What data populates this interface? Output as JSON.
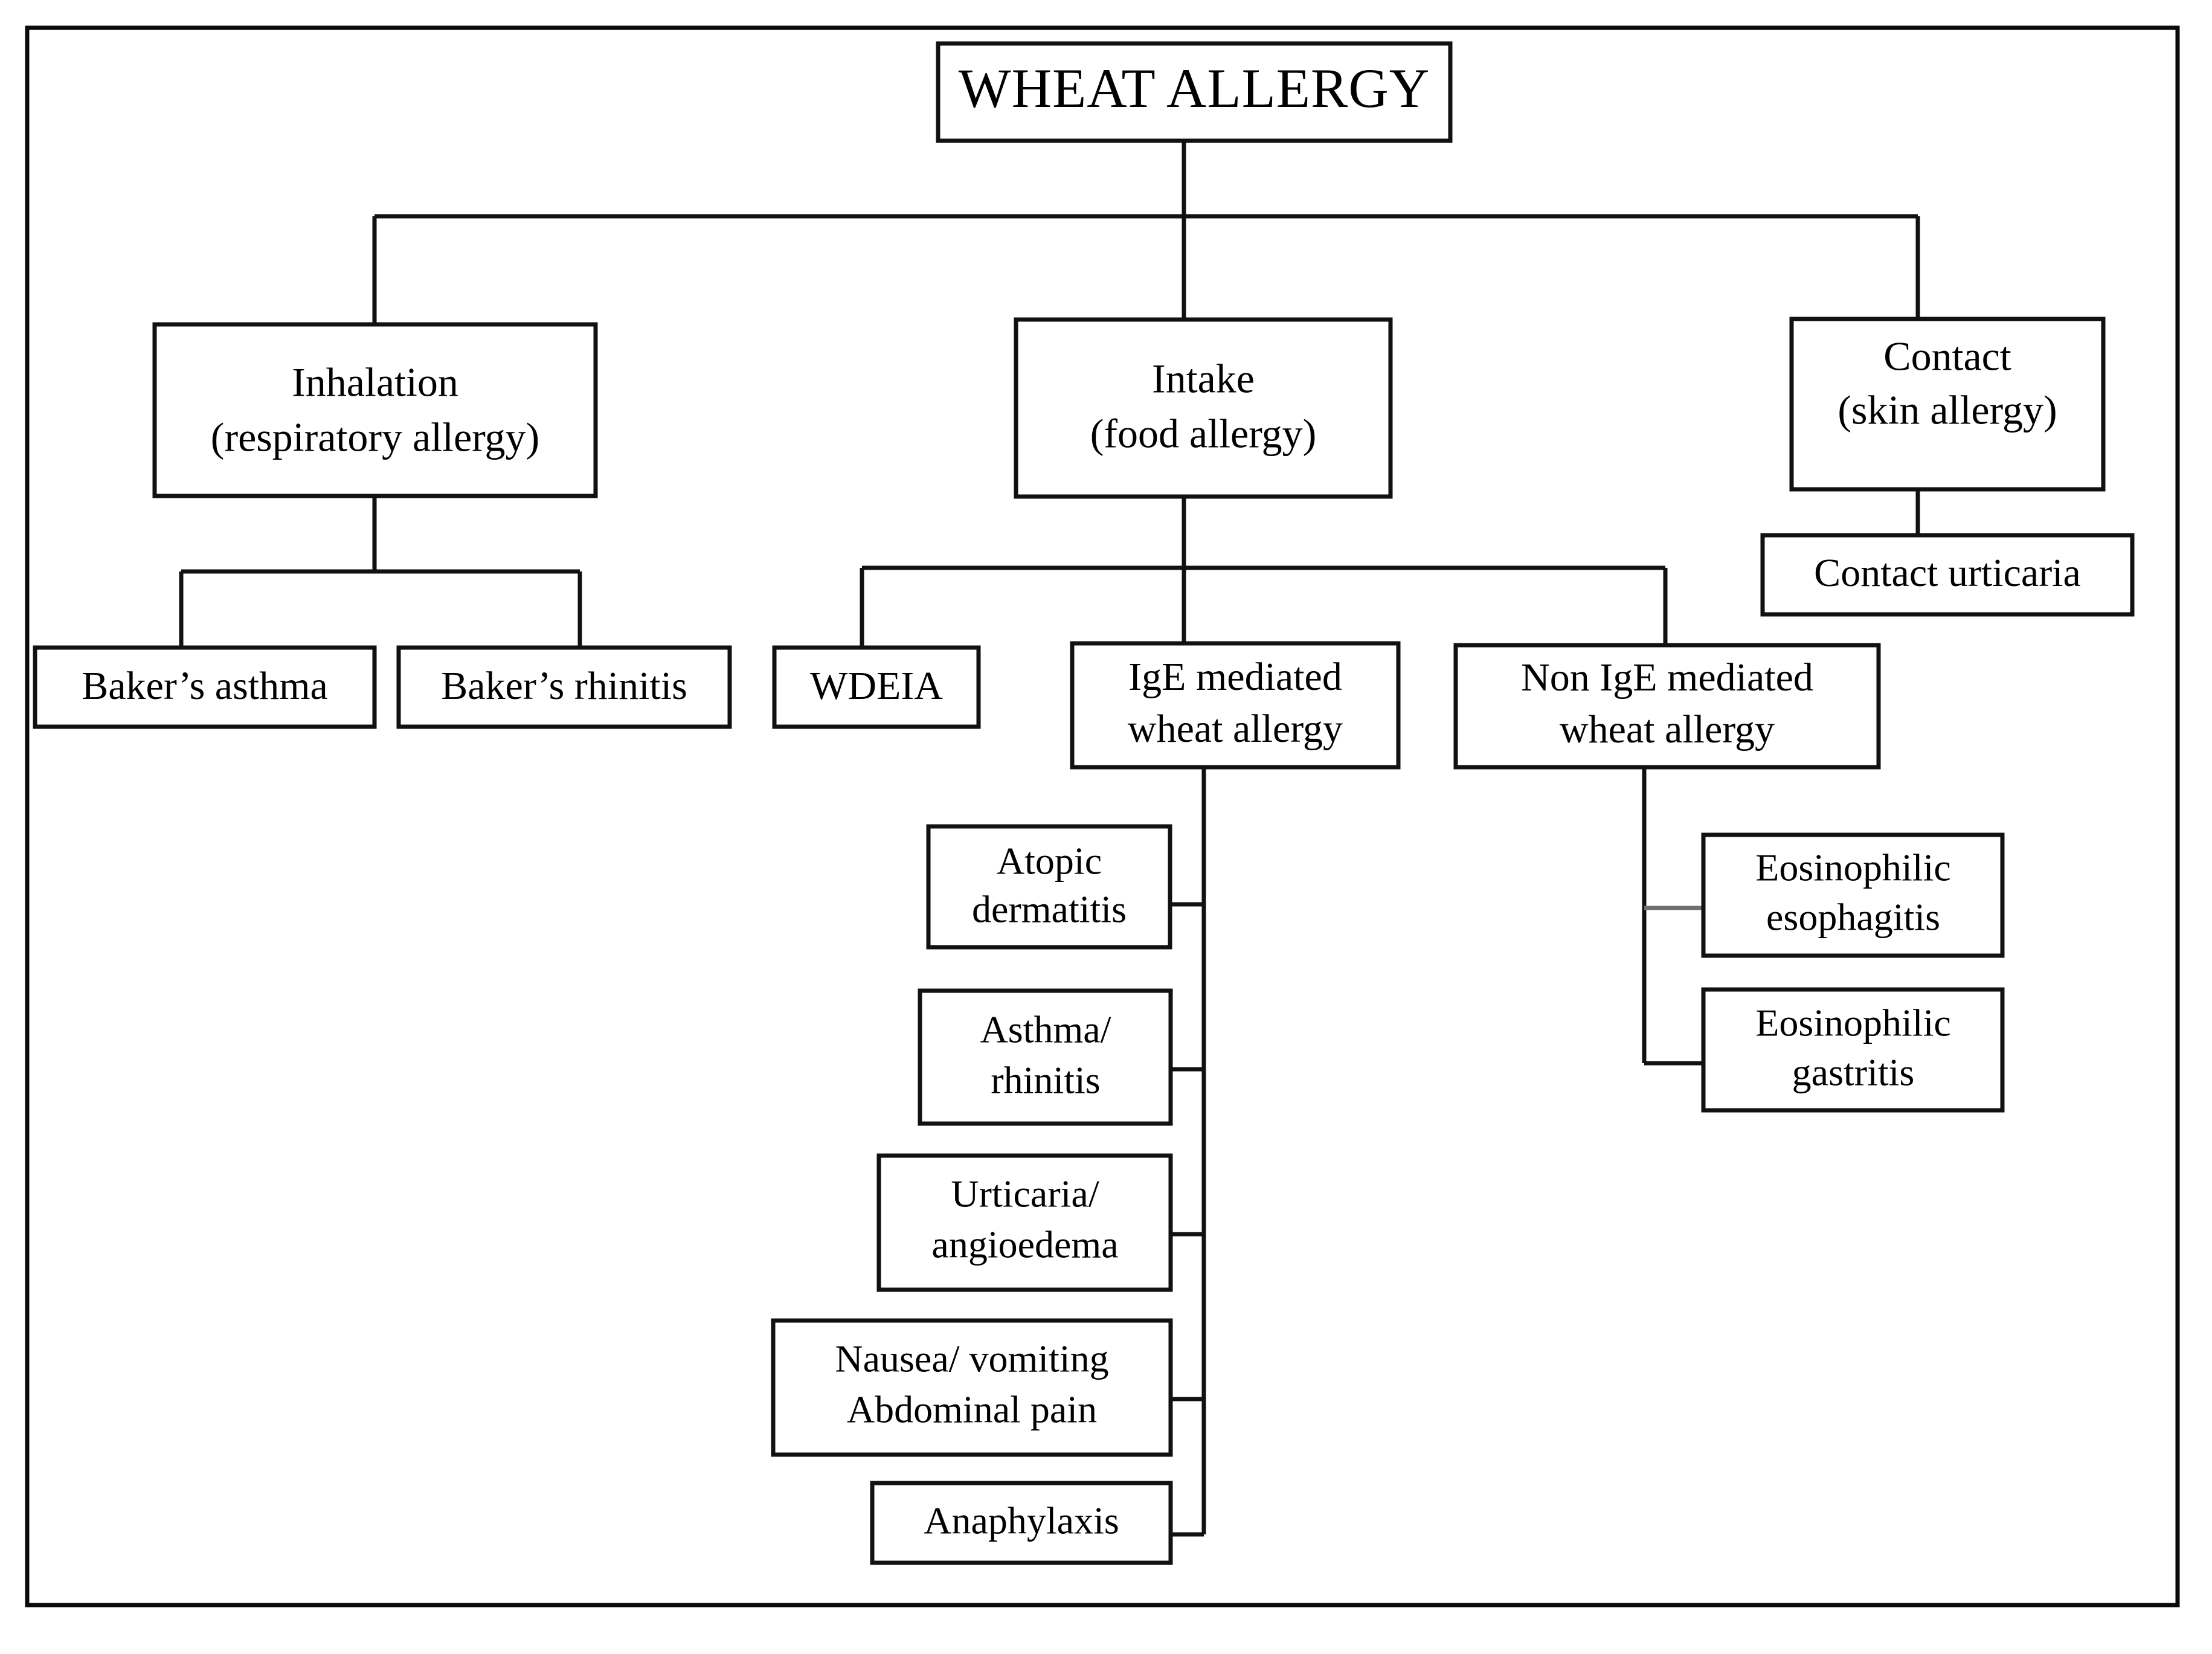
{
  "diagram": {
    "title": "WHEAT ALLERGY",
    "type": "flowchart",
    "root": {
      "id": "wheat-allergy",
      "label": "WHEAT ALLERGY"
    },
    "nodes": [
      {
        "id": "wheat-allergy",
        "label": "WHEAT ALLERGY",
        "lines": [
          "WHEAT ALLERGY"
        ],
        "level": 0
      },
      {
        "id": "inhalation",
        "label": "Inhalation (respiratory allergy)",
        "lines": [
          "Inhalation",
          "(respiratory allergy)"
        ],
        "level": 1
      },
      {
        "id": "intake",
        "label": "Intake (food allergy)",
        "lines": [
          "Intake",
          "(food allergy)"
        ],
        "level": 1
      },
      {
        "id": "contact",
        "label": "Contact (skin allergy)",
        "lines": [
          "Contact",
          "(skin allergy)"
        ],
        "level": 1
      },
      {
        "id": "bakers-asthma",
        "label": "Baker’s asthma",
        "lines": [
          "Baker’s asthma"
        ],
        "level": 2
      },
      {
        "id": "bakers-rhinitis",
        "label": "Baker’s rhinitis",
        "lines": [
          "Baker’s rhinitis"
        ],
        "level": 2
      },
      {
        "id": "wdeia",
        "label": "WDEIA",
        "lines": [
          "WDEIA"
        ],
        "level": 2
      },
      {
        "id": "ige-mediated",
        "label": "IgE mediated wheat allergy",
        "lines": [
          "IgE mediated",
          "wheat allergy"
        ],
        "level": 2
      },
      {
        "id": "non-ige-mediated",
        "label": "Non IgE mediated wheat allergy",
        "lines": [
          "Non IgE mediated",
          "wheat allergy"
        ],
        "level": 2
      },
      {
        "id": "contact-urticaria",
        "label": "Contact urticaria",
        "lines": [
          "Contact urticaria"
        ],
        "level": 2
      },
      {
        "id": "atopic-dermatitis",
        "label": "Atopic dermatitis",
        "lines": [
          "Atopic",
          "dermatitis"
        ],
        "level": 3
      },
      {
        "id": "asthma-rhinitis",
        "label": "Asthma/ rhinitis",
        "lines": [
          "Asthma/",
          "rhinitis"
        ],
        "level": 3
      },
      {
        "id": "urticaria-angioedema",
        "label": "Urticaria/ angioedema",
        "lines": [
          "Urticaria/",
          "angioedema"
        ],
        "level": 3
      },
      {
        "id": "nausea-vomiting",
        "label": "Nausea/ vomiting Abdominal pain",
        "lines": [
          "Nausea/ vomiting",
          "Abdominal pain"
        ],
        "level": 3
      },
      {
        "id": "anaphylaxis",
        "label": "Anaphylaxis",
        "lines": [
          "Anaphylaxis"
        ],
        "level": 3
      },
      {
        "id": "eosinophilic-esophagitis",
        "label": "Eosinophilic esophagitis",
        "lines": [
          "Eosinophilic",
          "esophagitis"
        ],
        "level": 3
      },
      {
        "id": "eosinophilic-gastritis",
        "label": "Eosinophilic gastritis",
        "lines": [
          "Eosinophilic",
          "gastritis"
        ],
        "level": 3
      }
    ],
    "edges": [
      {
        "from": "wheat-allergy",
        "to": "inhalation"
      },
      {
        "from": "wheat-allergy",
        "to": "intake"
      },
      {
        "from": "wheat-allergy",
        "to": "contact"
      },
      {
        "from": "inhalation",
        "to": "bakers-asthma"
      },
      {
        "from": "inhalation",
        "to": "bakers-rhinitis"
      },
      {
        "from": "intake",
        "to": "wdeia"
      },
      {
        "from": "intake",
        "to": "ige-mediated"
      },
      {
        "from": "intake",
        "to": "non-ige-mediated"
      },
      {
        "from": "contact",
        "to": "contact-urticaria"
      },
      {
        "from": "ige-mediated",
        "to": "atopic-dermatitis"
      },
      {
        "from": "ige-mediated",
        "to": "asthma-rhinitis"
      },
      {
        "from": "ige-mediated",
        "to": "urticaria-angioedema"
      },
      {
        "from": "ige-mediated",
        "to": "nausea-vomiting"
      },
      {
        "from": "ige-mediated",
        "to": "anaphylaxis"
      },
      {
        "from": "non-ige-mediated",
        "to": "eosinophilic-esophagitis"
      },
      {
        "from": "non-ige-mediated",
        "to": "eosinophilic-gastritis"
      }
    ],
    "colors": {
      "background": "#ffffff",
      "box_fill": "#ffffff",
      "box_stroke": "#111111",
      "connector": "#111111",
      "text": "#000000",
      "frame": "#0a0a0a"
    }
  }
}
